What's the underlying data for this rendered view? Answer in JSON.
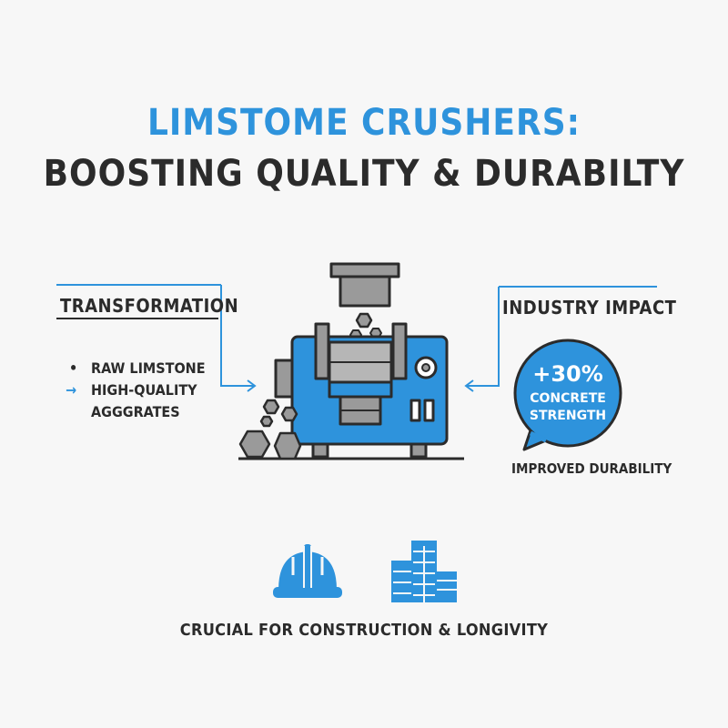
{
  "title": {
    "line1": "LIMSTOME CRUSHERS:",
    "line2": "BOOSTING QUALITY & DURABILTY"
  },
  "left_panel": {
    "heading": "TRANSFORMATION",
    "bullet": "•",
    "arrow": "→",
    "items": [
      "RAW LIMSTONE",
      "HIGH-QUALITY",
      "AGGGRATES"
    ]
  },
  "right_panel": {
    "heading": "INDUSTRY IMPACT",
    "bubble": {
      "value": "+30%",
      "line1": "CONCRETE",
      "line2": "STRENGTH"
    },
    "caption": "IMPROVED DURABILITY"
  },
  "footer": {
    "caption": "CRUCIAL FOR CONSTRUCTION & LONGIVITY"
  },
  "icons": [
    "crusher-machine-icon",
    "hard-hat-icon",
    "buildings-icon",
    "rock-icon"
  ],
  "colors": {
    "accent": "#2e93dc",
    "dark": "#2b2b2b",
    "gray": "#9a9a9a",
    "background": "#f7f7f7"
  }
}
